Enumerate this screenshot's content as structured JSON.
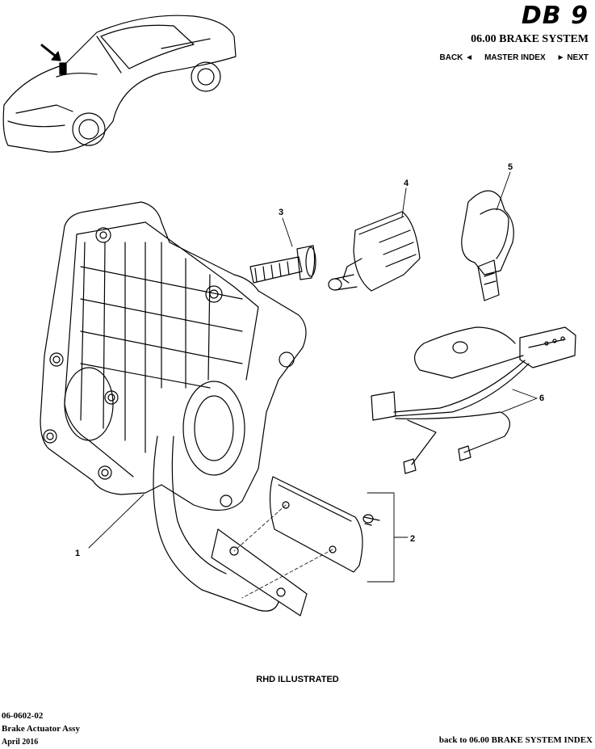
{
  "header": {
    "logo": "DB 9",
    "section_title": "06.00 BRAKE SYSTEM",
    "nav": {
      "back": "BACK ◄",
      "master_index": "MASTER INDEX",
      "next": "► NEXT"
    }
  },
  "callouts": [
    "1",
    "2",
    "3",
    "4",
    "5",
    "6"
  ],
  "caption": "RHD ILLUSTRATED",
  "footer": {
    "code": "06-0602-02",
    "title": "Brake Actuator Assy",
    "date": "April 2016",
    "back_link": "back to 06.00 BRAKE SYSTEM INDEX"
  }
}
